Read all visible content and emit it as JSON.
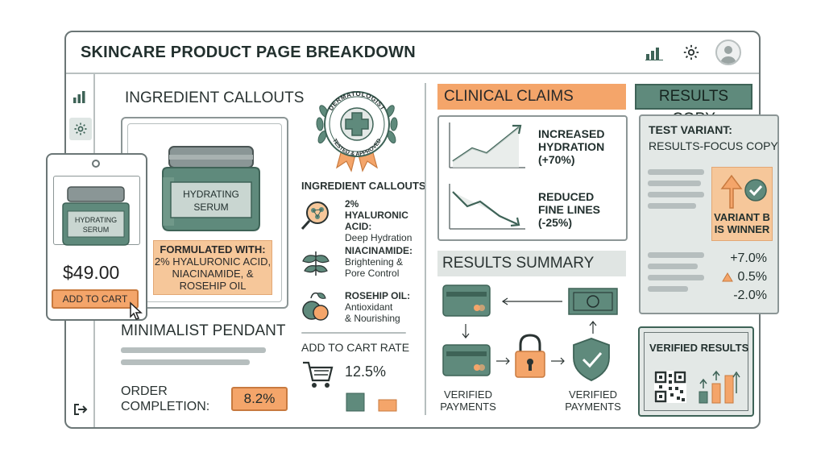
{
  "header": {
    "title": "SKINCARE PRODUCT PAGE BREAKDOWN"
  },
  "icons": {
    "chart": "bar-chart-icon",
    "settings": "gear-icon",
    "user": "avatar-icon",
    "logout": "logout-icon"
  },
  "product": {
    "section_title": "INGREDIENT CALLOUTS",
    "jar_label_line1": "HYDRATING",
    "jar_label_line2": "SERUM",
    "formulated_heading": "FORMULATED WITH:",
    "formulated_line1": "2% HYALURONIC ACID,",
    "formulated_line2": "NIACINAMIDE, &",
    "formulated_line3": "ROSEHIP OIL",
    "mobile_jar_line1": "HYDRATING",
    "mobile_jar_line2": "SERUM",
    "price": "$49.00",
    "add_to_cart": "ADD TO CART",
    "name": "MINIMALIST PENDANT",
    "order_label_line1": "ORDER",
    "order_label_line2": "COMPLETION:",
    "order_value": "8.2%"
  },
  "badge": {
    "top": "DERMATOLOGIST",
    "bottom": "TESTED & APPROVED"
  },
  "ingredients": {
    "title": "INGREDIENT CALLOUTS",
    "items": [
      {
        "name": "2% HYALURONIC",
        "name2": "ACID:",
        "desc": "Deep Hydration",
        "desc2": ""
      },
      {
        "name": "NIACINAMIDE:",
        "name2": "",
        "desc": "Brightening &",
        "desc2": "Pore Control"
      },
      {
        "name": "ROSEHIP OIL:",
        "name2": "",
        "desc": "Antioxidant",
        "desc2": "& Nourishing"
      }
    ],
    "atc_rate_label": "ADD TO CART RATE",
    "atc_rate_value": "12.5%"
  },
  "clinical": {
    "title": "CLINICAL CLAIMS",
    "claim1": {
      "line1": "INCREASED",
      "line2": "HYDRATION",
      "line3": "(+70%)"
    },
    "claim2": {
      "line1": "REDUCED",
      "line2": "FINE LINES",
      "line3": "(-25%)"
    },
    "summary_title": "RESULTS SUMMARY",
    "verified_left_line1": "VERIFIED",
    "verified_left_line2": "PAYMENTS",
    "verified_right_line1": "VERIFIED",
    "verified_right_line2": "PAYMENTS"
  },
  "results": {
    "title": "RESULTS COPY",
    "variant_label": "TEST VARIANT:",
    "variant_value": "RESULTS-FOCUS COPY",
    "winner_line1": "VARIANT B",
    "winner_line2": "IS WINNER",
    "metric1": "+7.0%",
    "metric2": "0.5%",
    "metric3": "-2.0%",
    "verified_title": "VERIFIED RESULTS"
  },
  "colors": {
    "accent_orange": "#f4a56a",
    "accent_green": "#5f8a7c",
    "jar_teal": "#5f8a7c",
    "outline": "#6b7676"
  }
}
